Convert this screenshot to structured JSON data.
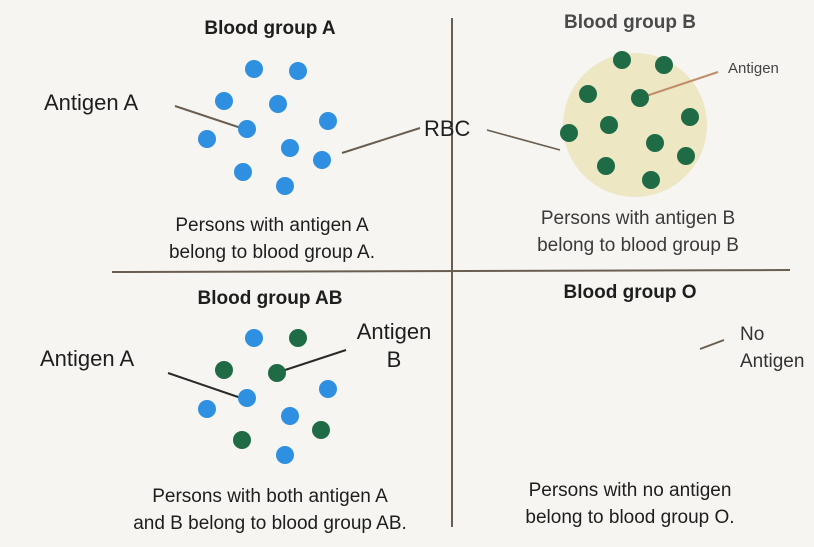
{
  "quadrants": {
    "a": {
      "title": "Blood group A",
      "caption_line1": "Persons with antigen A",
      "caption_line2": "belong to blood group A.",
      "antigen_label": "Antigen A",
      "rbc_label": "RBC"
    },
    "b": {
      "title": "Blood group B",
      "caption_line1": "Persons with antigen B",
      "caption_line2": "belong to blood group B",
      "antigen_label": "Antigen"
    },
    "ab": {
      "title": "Blood group AB",
      "caption_line1": "Persons with both antigen A",
      "caption_line2": "and B belong to blood group AB.",
      "antigen_a_label": "Antigen A",
      "antigen_b_label_line1": "Antigen",
      "antigen_b_label_line2": "B"
    },
    "o": {
      "title": "Blood group O",
      "caption_line1": "Persons with no antigen",
      "caption_line2": "belong to blood group O.",
      "no_antigen_line1": "No",
      "no_antigen_line2": "Antigen"
    }
  },
  "colors": {
    "antigen_a": "#2f8fe0",
    "antigen_b": "#1f6b45",
    "rbc_halo": "#eee7c4",
    "divider": "#6a5e50",
    "pointer": "#6a5e50"
  }
}
